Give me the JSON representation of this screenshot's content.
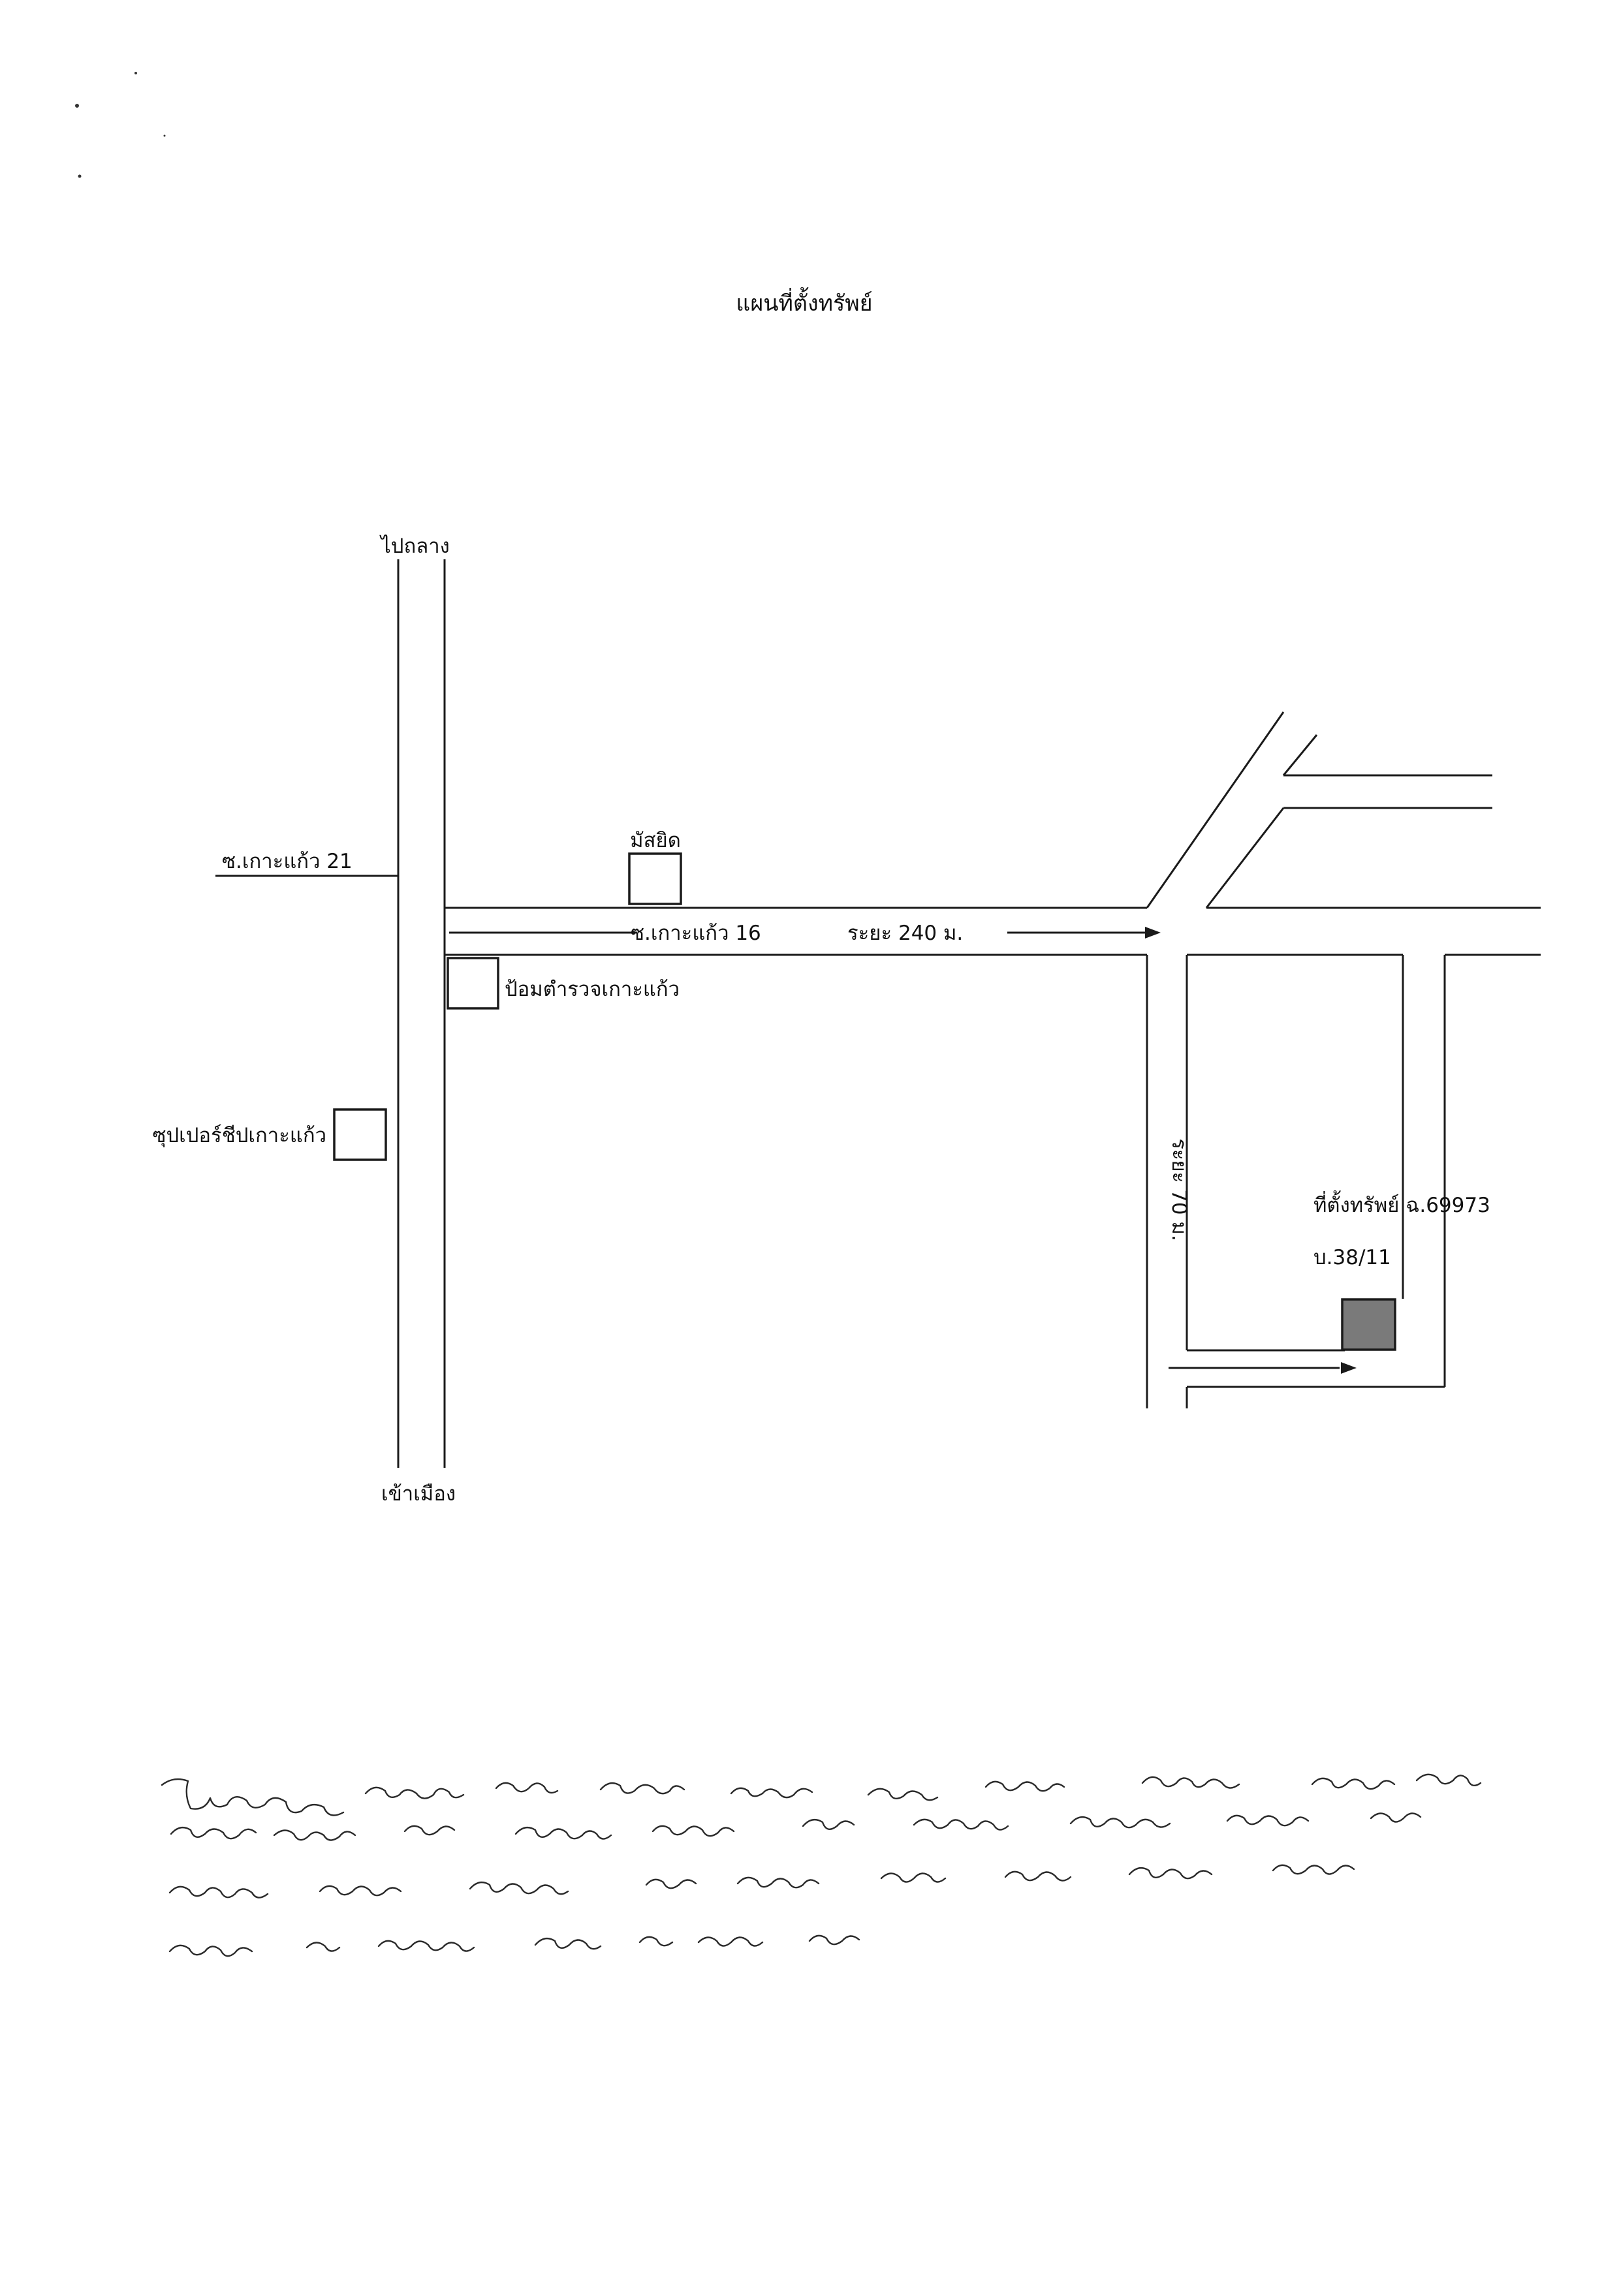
{
  "map": {
    "title": "แผนที่ตั้งทรัพย์",
    "labels": {
      "to_thalang": "ไปถลาง",
      "to_city": "เข้าเมือง",
      "soi_21": "ซ.เกาะแก้ว 21",
      "soi_16": "ซ.เกาะแก้ว 16",
      "distance_240": "ระยะ 240 ม.",
      "distance_70": "ระยะ 70 ม.",
      "mosque": "มัสยิด",
      "police_box": "ป้อมตำรวจเกาะแก้ว",
      "supercheap": "ซุปเปอร์ชีปเกาะแก้ว",
      "property_location": "ที่ตั้งทรัพย์ ฉ.69973",
      "house_number": "บ.38/11"
    },
    "colors": {
      "road_line": "#1a1a1a",
      "property_fill": "#7a7a7a",
      "text": "#111111"
    }
  }
}
